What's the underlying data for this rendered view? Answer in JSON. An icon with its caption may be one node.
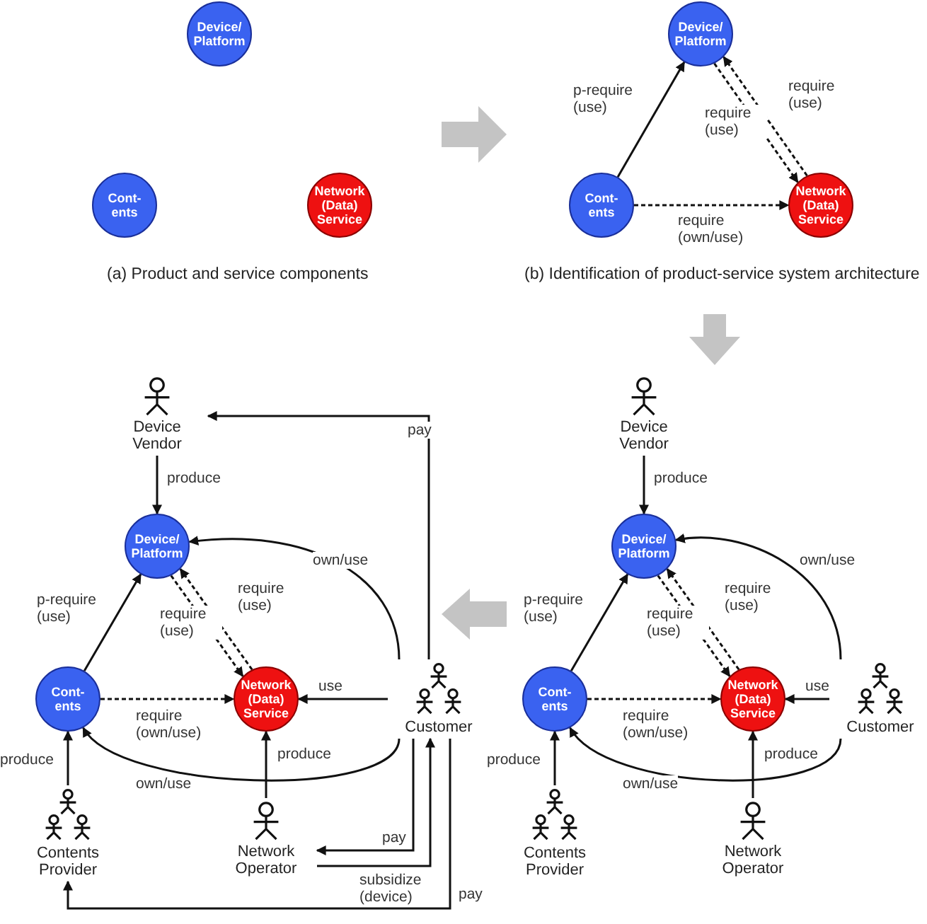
{
  "diagram": {
    "nodes": [
      {
        "text": [
          "Device/ Platform"
        ]
      },
      {
        "text": [
          "Cont- ents"
        ]
      },
      {
        "text": [
          "Network (Data) Service"
        ]
      },
      {
        "text": [
          "Device/ Platform"
        ]
      },
      {
        "text": [
          "Cont- ents"
        ]
      },
      {
        "text": [
          "Network (Data) Service"
        ]
      },
      {
        "text": [
          "Device Vendor"
        ]
      },
      {
        "text": [
          "Device/ Platform"
        ]
      },
      {
        "text": [
          "Cont- ents"
        ]
      },
      {
        "text": [
          "Network (Data) Service"
        ]
      },
      {
        "text": [
          "Customer"
        ]
      },
      {
        "text": [
          "Contents Provider"
        ]
      },
      {
        "text": [
          "Network Operator"
        ]
      },
      {
        "text": [
          "Device Vendor"
        ]
      },
      {
        "text": [
          "Device/ Platform"
        ]
      },
      {
        "text": [
          "Cont- ents"
        ]
      },
      {
        "text": [
          "Network (Data) Service"
        ]
      },
      {
        "text": [
          "Customer"
        ]
      },
      {
        "text": [
          "Contents Provider"
        ]
      },
      {
        "text": [
          "Network Operator"
        ]
      }
    ],
    "edges": [
      {
        "from": 4,
        "to": 3,
        "arrow": "to",
        "label": "p-require (use)"
      },
      {
        "from": 3,
        "to": 5,
        "arrow": "to",
        "label": "require (use)",
        "style": "dashed"
      },
      {
        "from": 5,
        "to": 3,
        "arrow": "to",
        "label": "require (use)",
        "style": "dashed"
      },
      {
        "from": 4,
        "to": 5,
        "arrow": "to",
        "label": "require (own/use)",
        "style": "dashed"
      },
      {
        "from": 6,
        "to": 7,
        "arrow": "to",
        "label": "produce"
      },
      {
        "from": 8,
        "to": 7,
        "arrow": "to",
        "label": "p-require (use)"
      },
      {
        "from": 7,
        "to": 9,
        "arrow": "to",
        "label": "require (use)",
        "style": "dashed"
      },
      {
        "from": 9,
        "to": 7,
        "arrow": "to",
        "label": "require (use)",
        "style": "dashed"
      },
      {
        "from": 8,
        "to": 9,
        "arrow": "to",
        "label": "require (own/use)",
        "style": "dashed"
      },
      {
        "from": 10,
        "to": 7,
        "arrow": "to",
        "label": "own/use"
      },
      {
        "from": 10,
        "to": 9,
        "arrow": "to",
        "label": "use"
      },
      {
        "from": 10,
        "to": 8,
        "arrow": "to",
        "label": "own/use"
      },
      {
        "from": 11,
        "to": 8,
        "arrow": "to",
        "label": "produce"
      },
      {
        "from": 12,
        "to": 9,
        "arrow": "to",
        "label": "produce"
      },
      {
        "from": 10,
        "to": 6,
        "arrow": "to",
        "label": "pay"
      },
      {
        "from": 10,
        "to": 12,
        "arrow": "to",
        "label": "pay"
      },
      {
        "from": 12,
        "to": 10,
        "arrow": "to",
        "label": "subsidize (device)"
      },
      {
        "from": 10,
        "to": 11,
        "arrow": "to",
        "label": "pay"
      },
      {
        "from": 13,
        "to": 14,
        "arrow": "to",
        "label": "produce"
      },
      {
        "from": 15,
        "to": 14,
        "arrow": "to",
        "label": "p-require (use)"
      },
      {
        "from": 14,
        "to": 16,
        "arrow": "to",
        "label": "require (use)",
        "style": "dashed"
      },
      {
        "from": 16,
        "to": 14,
        "arrow": "to",
        "label": "require (use)",
        "style": "dashed"
      },
      {
        "from": 15,
        "to": 16,
        "arrow": "to",
        "label": "require (own/use)",
        "style": "dashed"
      },
      {
        "from": 17,
        "to": 14,
        "arrow": "to",
        "label": "own/use"
      },
      {
        "from": 17,
        "to": 16,
        "arrow": "to",
        "label": "use"
      },
      {
        "from": 17,
        "to": 15,
        "arrow": "to",
        "label": "own/use"
      },
      {
        "from": 18,
        "to": 15,
        "arrow": "to",
        "label": "produce"
      },
      {
        "from": 19,
        "to": 16,
        "arrow": "to",
        "label": "produce"
      }
    ],
    "labels": [
      "(a) Product and service components",
      "(b) Identification of product-service system architecture"
    ]
  }
}
